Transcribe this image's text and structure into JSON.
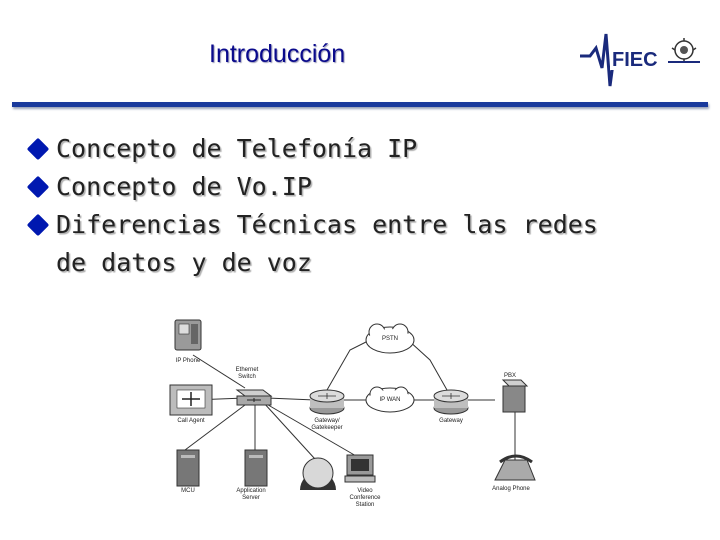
{
  "slide": {
    "title": "Introducción",
    "logo_text": "FIEC",
    "bullets": [
      "Concepto de Telefonía IP",
      "Concepto de Vo.IP",
      "Diferencias Técnicas entre las redes",
      "de datos y de voz"
    ]
  },
  "diagram": {
    "nodes": {
      "ip_phone": "IP Phone",
      "ethernet_switch": "Ethernet Switch",
      "call_agent": "Call Agent",
      "mcu": "MCU",
      "app_server": "Application Server",
      "pstn": "PSTN",
      "ip_wan": "IP WAN",
      "gateway_gatekeeper": "Gateway/ Gatekeeper",
      "gateway": "Gateway",
      "pbx": "PBX",
      "video_station": "Video Conference Station",
      "analog_phone": "Analog Phone"
    }
  },
  "colors": {
    "title": "#0a0a8c",
    "rule": "#1a3a9c",
    "bullet_mark": "#0018b0"
  }
}
